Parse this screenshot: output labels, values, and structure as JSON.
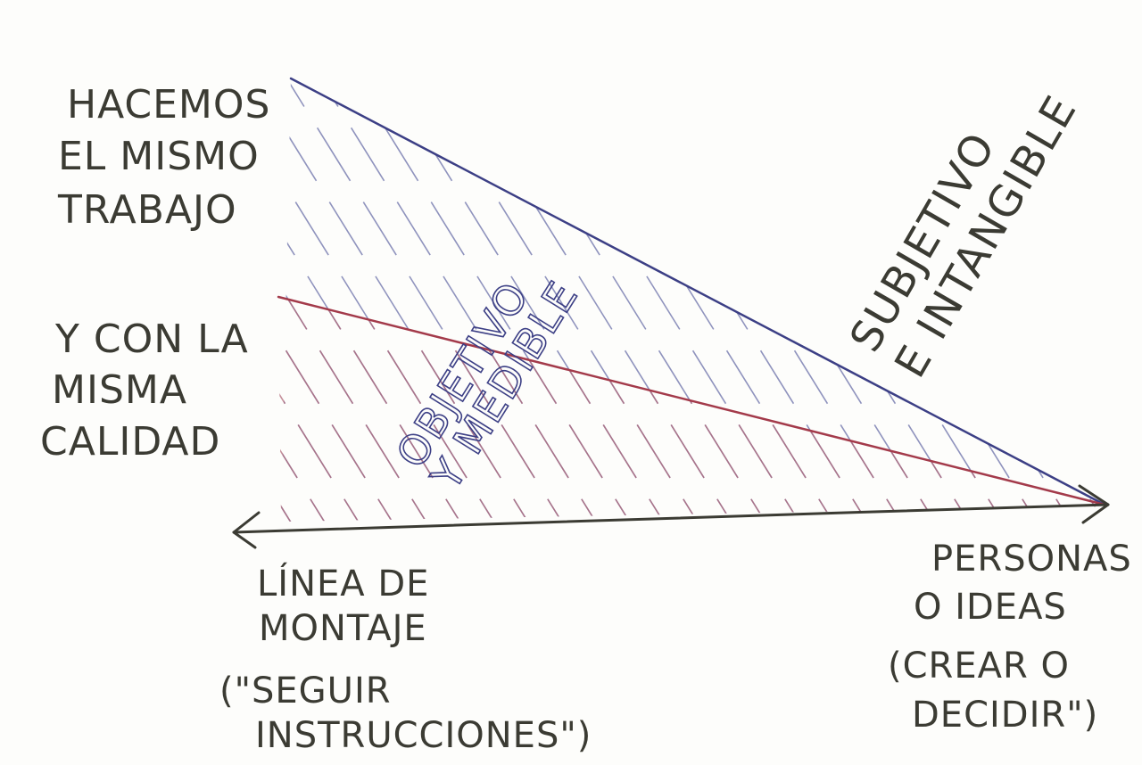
{
  "left_labels": {
    "top": [
      "HACEMOS",
      "EL MISMO",
      "TRABAJO"
    ],
    "bottom": [
      "Y CON LA",
      "MISMA",
      "CALIDAD"
    ]
  },
  "axis_left_label": {
    "lines": [
      "LÍNEA DE",
      "MONTAJE"
    ],
    "note": [
      "(\"SEGUIR",
      "INSTRUCCIONES\")"
    ]
  },
  "axis_right_label": {
    "lines": [
      "PERSONAS",
      "O IDEAS"
    ],
    "note": [
      "(CREAR O",
      "DECIDIR\")"
    ]
  },
  "region_labels": {
    "objective": [
      "OBJETIVO",
      "Y MEDIBLE"
    ],
    "subjective": [
      "SUBJETIVO",
      "E INTANGIBLE"
    ]
  },
  "colors": {
    "blue_line": "#3c3f85",
    "red_line": "#a33a4a",
    "axis": "#3b3b33",
    "blue_hatch": "#6a6fa8",
    "red_hatch": "#b26a7a"
  }
}
